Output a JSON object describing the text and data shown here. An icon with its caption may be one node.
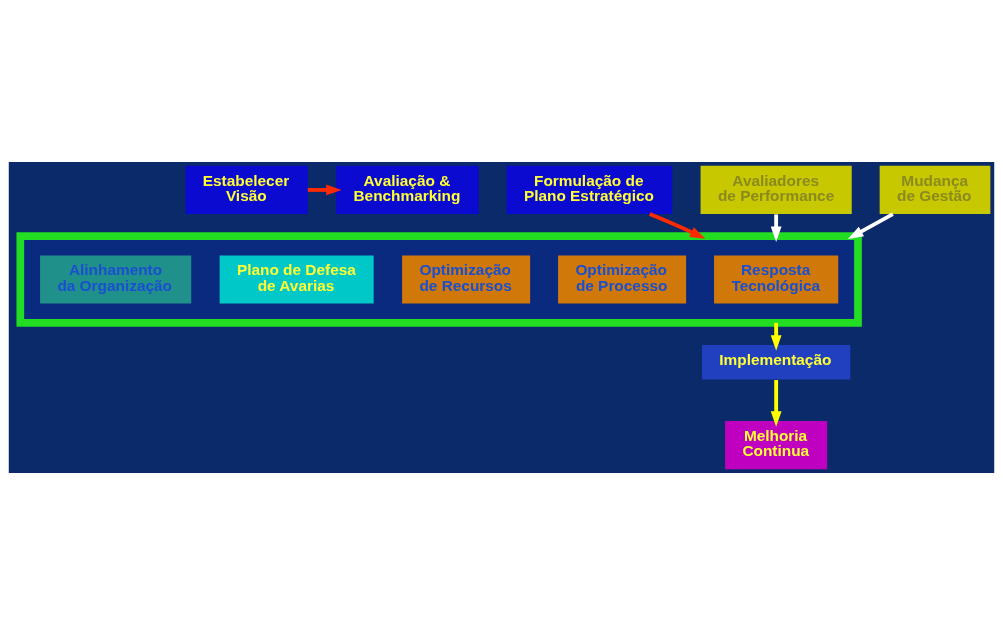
{
  "diagram": {
    "nodes": [
      {
        "text": [
          "Estabelecer Visão"
        ]
      },
      {
        "text": [
          "Avaliação & Benchmarking"
        ]
      },
      {
        "text": [
          "Formulação de Plano Estratégico"
        ]
      },
      {
        "text": [],
        "shape": "box"
      },
      {
        "text": [
          "Resposta Tecnológica"
        ],
        "in": 3
      },
      {
        "text": [
          "Optimização de Processo"
        ],
        "in": 3
      },
      {
        "text": [
          "Optimização de Recursos"
        ],
        "in": 3
      },
      {
        "text": [
          "Avaliadores de Performance"
        ]
      },
      {
        "text": [
          "Mudança de Gestão"
        ]
      },
      {
        "text": [
          "Plano de Defesa de Avarias"
        ],
        "in": 3
      },
      {
        "text": [
          "Alinhamento da Organização"
        ],
        "in": 3
      },
      {
        "text": [
          "Implementação"
        ]
      },
      {
        "text": [
          "Melhoria Continua"
        ]
      }
    ],
    "edges": [
      {
        "from": 0,
        "to": 1,
        "arrow": "to",
        "color": "#ff2a00"
      },
      {
        "from": 2,
        "to": 3,
        "arrow": "to",
        "color": "#ff2a00"
      },
      {
        "from": 7,
        "to": 3,
        "arrow": "to",
        "color": "#ffffff"
      },
      {
        "from": 8,
        "to": 3,
        "arrow": "to",
        "color": "#ffffff"
      },
      {
        "from": 3,
        "to": 11,
        "arrow": "to",
        "color": "#ffff00"
      },
      {
        "from": 11,
        "to": 12,
        "arrow": "to",
        "color": "#ffff00"
      }
    ]
  }
}
